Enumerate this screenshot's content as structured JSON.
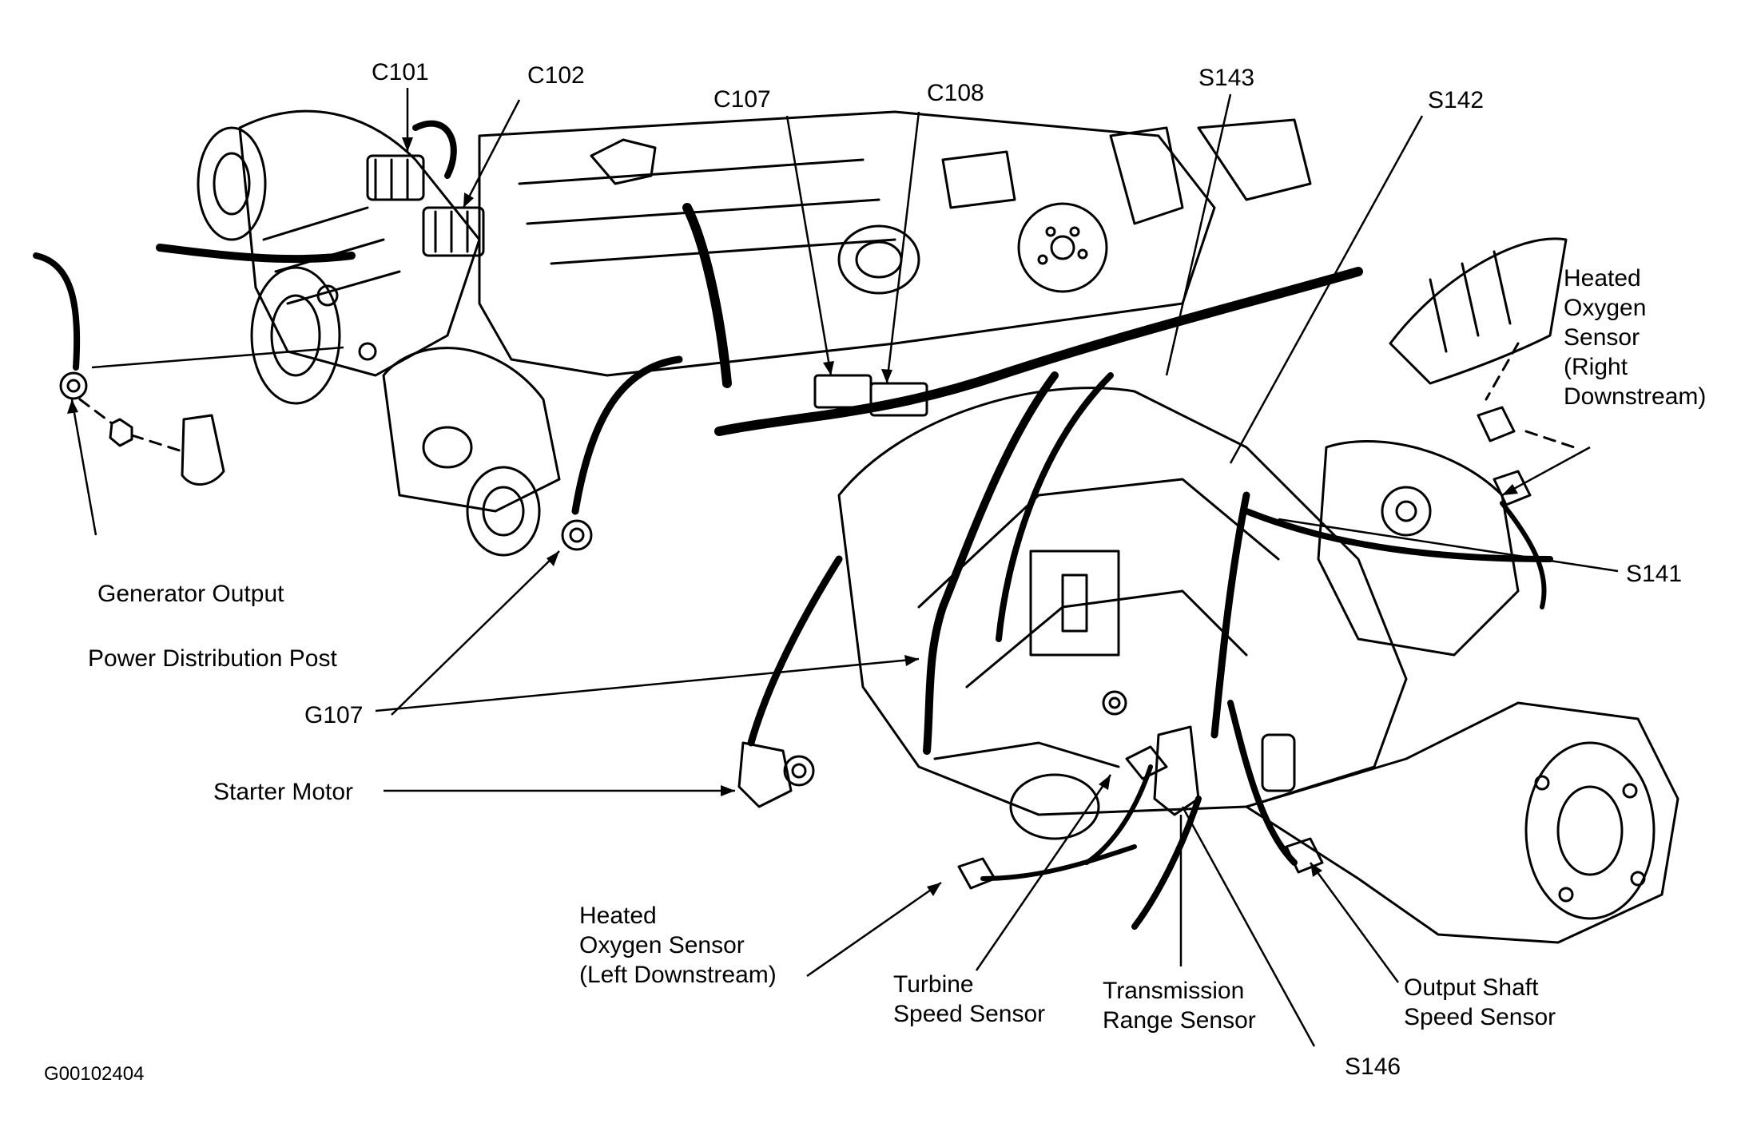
{
  "labels": {
    "c101": "C101",
    "c102": "C102",
    "c107": "C107",
    "c108": "C108",
    "s143": "S143",
    "s142": "S142",
    "s141": "S141",
    "s146": "S146",
    "g107": "G107",
    "generator_output": "Generator Output",
    "power_distribution_post": "Power Distribution Post",
    "starter_motor": "Starter Motor",
    "ho2s_right": "Heated\nOxygen\nSensor\n(Right\nDownstream)",
    "ho2s_left": "Heated\nOxygen Sensor\n(Left Downstream)",
    "turbine_speed_sensor": "Turbine\nSpeed Sensor",
    "transmission_range_sensor": "Transmission\nRange Sensor",
    "output_shaft_speed_sensor": "Output Shaft\nSpeed Sensor",
    "figure_id": "G00102404"
  }
}
